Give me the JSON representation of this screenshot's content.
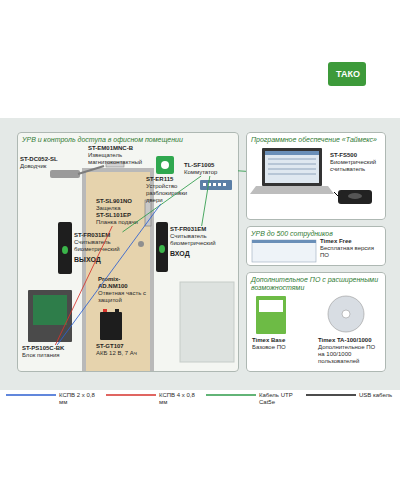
{
  "diagram": {
    "nodes": [
      {
        "text": [
          "УРВ и контроль доступа в офисном помещении"
        ]
      },
      {
        "text": [
          "ST-DC052-SL",
          "Доводчик"
        ],
        "in": 0
      },
      {
        "text": [
          "ST-EM01MNC-B",
          "Извещатель магнитоконтактный"
        ],
        "in": 0
      },
      {
        "text": [
          "ST-ER115",
          "Устройство разблокировки двери"
        ],
        "in": 0
      },
      {
        "text": [
          "TL-SF1005",
          "Коммутатор"
        ],
        "in": 0
      },
      {
        "text": [
          "ST-SL901NO",
          "Защелка",
          "ST-SL101EP",
          "Планка подачи"
        ],
        "in": 0
      },
      {
        "text": [
          "ST-FR031EM",
          "Считыватель биометрический",
          "ВЫХОД"
        ],
        "in": 0
      },
      {
        "text": [
          "Promix-AD.NM100",
          "Ответная часть с защитой"
        ],
        "in": 0
      },
      {
        "text": [
          "ST-FR031EM",
          "Считыватель биометрический",
          "ВХОД"
        ],
        "in": 0
      },
      {
        "text": [
          "ST-PS105C-BK",
          "Блок питания"
        ],
        "in": 0
      },
      {
        "text": [
          "ST-GT107",
          "АКБ 12 В, 7 Ач"
        ],
        "in": 0
      },
      {
        "text": [
          "Программное обеспечение «Таймекс»"
        ]
      },
      {
        "text": [
          "ST-FS500",
          "Биометрический считыватель"
        ],
        "in": 11
      },
      {
        "text": [
          "УРВ до 500 сотрудников"
        ]
      },
      {
        "text": [
          "Timex Free",
          "Бесплатная версия ПО"
        ],
        "in": 13
      },
      {
        "text": [
          "Дополнительное ПО с расширенными возможностями"
        ]
      },
      {
        "text": [
          "Timex Base",
          "Базовое ПО"
        ],
        "in": 15
      },
      {
        "text": [
          "Timex TA-100/1000",
          "Дополнительное ПО на 100/1000 пользователей"
        ],
        "in": 15
      }
    ],
    "edges": [
      {
        "from": 6,
        "to": 4,
        "arrow": "none"
      },
      {
        "from": 8,
        "to": 4,
        "arrow": "none"
      },
      {
        "from": 4,
        "to": 11,
        "arrow": "none"
      },
      {
        "from": 9,
        "to": 5,
        "arrow": "none"
      },
      {
        "from": 9,
        "to": 3,
        "arrow": "none"
      }
    ],
    "labels": [
      "ТАКО"
    ],
    "legend": [
      {
        "text": "КСПВ 2 x 0,8 мм"
      },
      {
        "text": "КСПВ 4 x 0,8 мм"
      },
      {
        "text": "Кабель UTP Cat5e"
      },
      {
        "text": "USB кабель"
      }
    ]
  }
}
